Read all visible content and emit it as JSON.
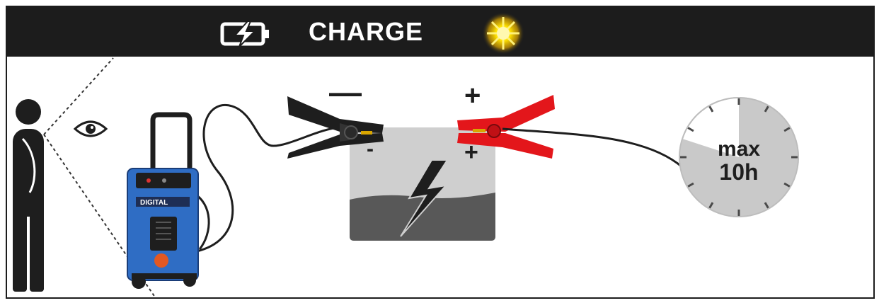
{
  "header": {
    "title": "CHARGE",
    "background": "#1c1c1c",
    "led_color": "#ffd400"
  },
  "icons": {
    "battery": "battery-charging-icon",
    "led": "yellow-led-glow-icon",
    "eye": "eye-icon",
    "person": "person-icon",
    "lightning": "lightning-bolt-icon"
  },
  "clamps": {
    "negative_sign": "—",
    "positive_sign": "+",
    "negative_color": "#1e1e1e",
    "positive_color": "#e3161b"
  },
  "battery": {
    "negative_label": "-",
    "positive_label": "+"
  },
  "charger": {
    "brand": "DIGITAL",
    "body_color": "#2f6dc4"
  },
  "timer": {
    "line1": "max",
    "line2": "10h",
    "elapsed_fraction": 0.2
  }
}
